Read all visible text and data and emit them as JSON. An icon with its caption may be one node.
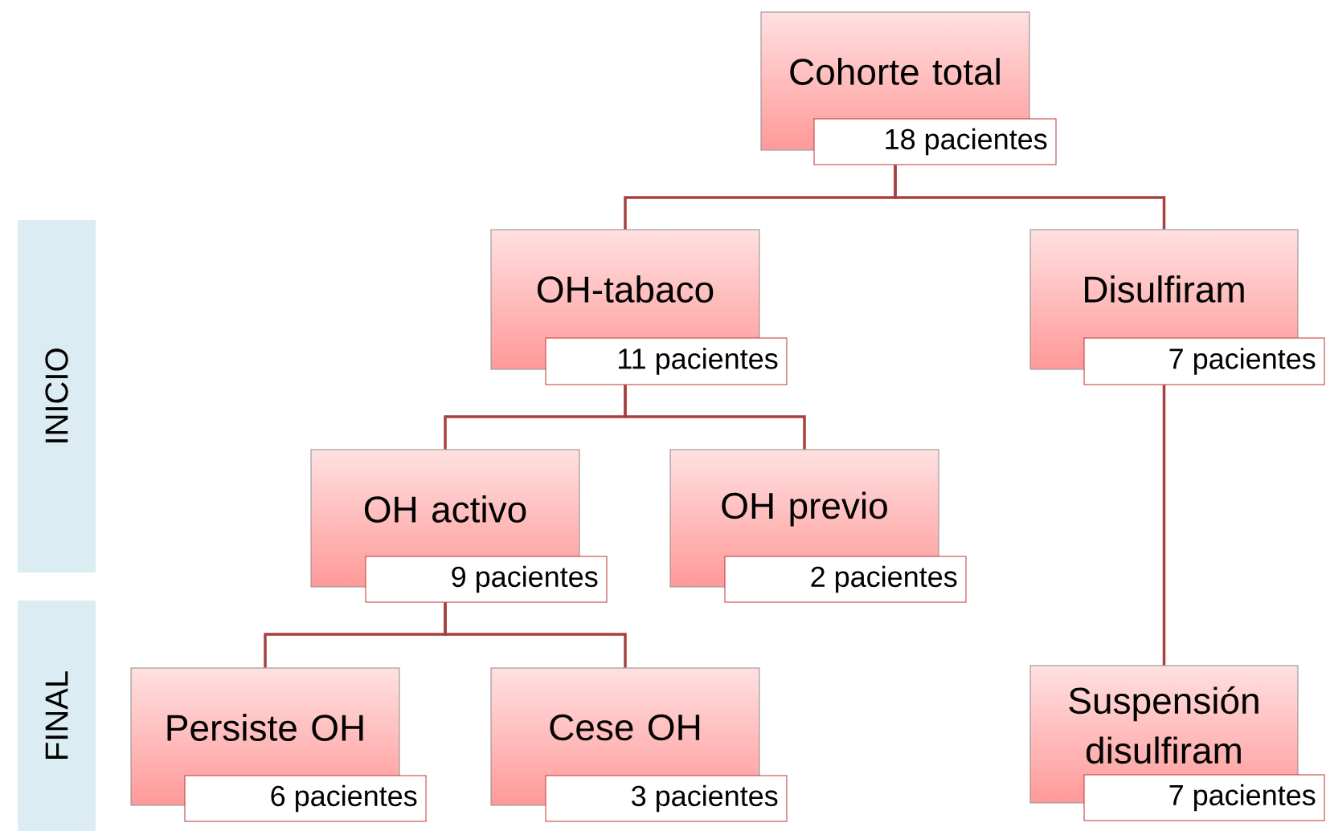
{
  "diagram": {
    "nodes": [
      {
        "text": [
          "Cohorte total",
          "18 pacientes"
        ]
      },
      {
        "text": [
          "OH-tabaco",
          "11 pacientes"
        ]
      },
      {
        "text": [
          "Disulfiram",
          "7 pacientes"
        ]
      },
      {
        "text": [
          "OH activo",
          "9 pacientes"
        ]
      },
      {
        "text": [
          "OH previo",
          "2 pacientes"
        ]
      },
      {
        "text": [
          "Persiste OH",
          "6 pacientes"
        ]
      },
      {
        "text": [
          "Cese OH",
          "3 pacientes"
        ]
      },
      {
        "text": [
          "Suspensión disulfiram",
          "7 pacientes"
        ]
      },
      {
        "text": [
          "INICIO"
        ]
      },
      {
        "text": [
          "FINAL"
        ]
      }
    ],
    "edges": [
      {
        "from": 0,
        "to": 1,
        "arrow": "none"
      },
      {
        "from": 0,
        "to": 2,
        "arrow": "none"
      },
      {
        "from": 1,
        "to": 3,
        "arrow": "none"
      },
      {
        "from": 1,
        "to": 4,
        "arrow": "none"
      },
      {
        "from": 3,
        "to": 5,
        "arrow": "none"
      },
      {
        "from": 3,
        "to": 6,
        "arrow": "none"
      },
      {
        "from": 2,
        "to": 7,
        "arrow": "none"
      }
    ]
  }
}
